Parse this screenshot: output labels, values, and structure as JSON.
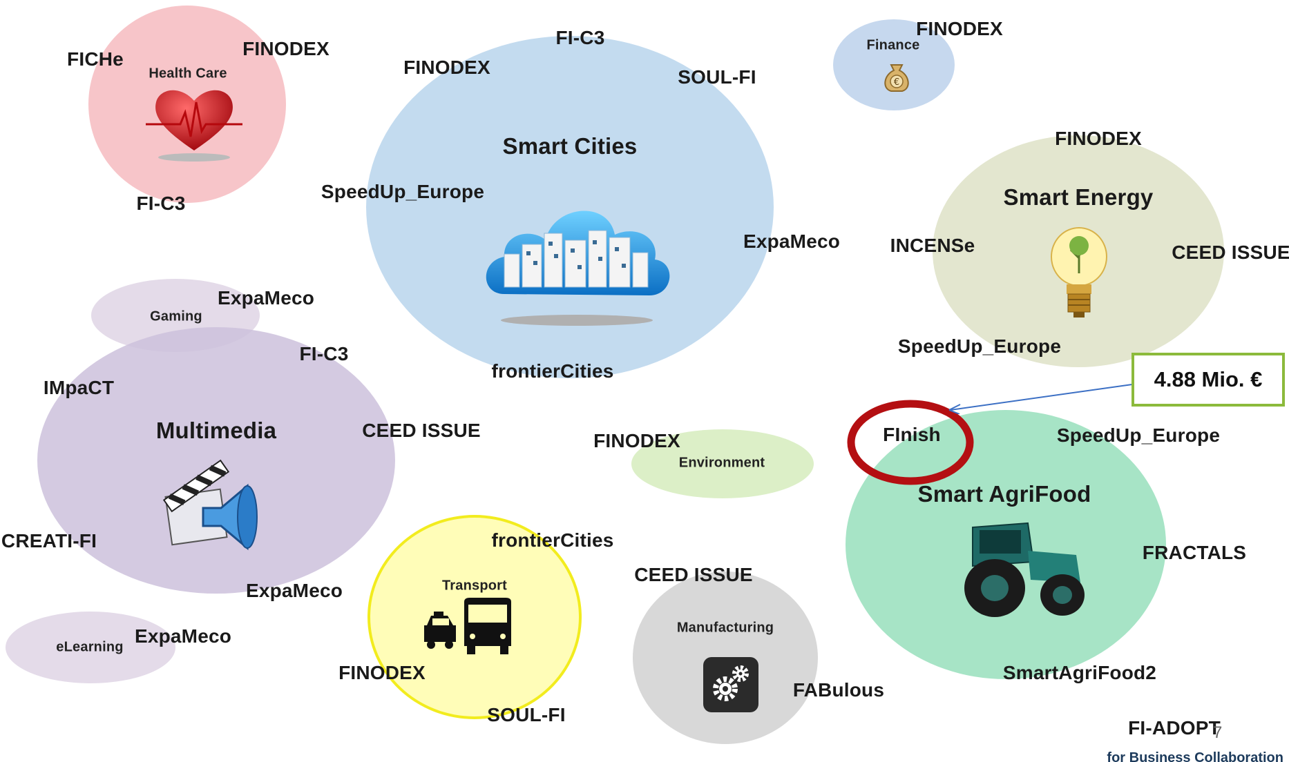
{
  "domains": {
    "health_care": {
      "title": "Health Care",
      "projects": [
        "FICHe",
        "FINODEX",
        "FI-C3"
      ]
    },
    "smart_cities": {
      "title": "Smart Cities",
      "projects": [
        "FI-C3",
        "FINODEX",
        "SOUL-FI",
        "SpeedUp_Europe",
        "ExpaMeco",
        "frontierCities"
      ]
    },
    "finance": {
      "title": "Finance",
      "projects": [
        "FINODEX"
      ]
    },
    "smart_energy": {
      "title": "Smart Energy",
      "projects": [
        "FINODEX",
        "INCENSe",
        "CEED ISSUE",
        "SpeedUp_Europe"
      ]
    },
    "gaming": {
      "title": "Gaming",
      "projects": [
        "ExpaMeco"
      ]
    },
    "multimedia": {
      "title": "Multimedia",
      "projects": [
        "FI-C3",
        "IMpaCT",
        "CEED ISSUE",
        "CREATI-FI",
        "ExpaMeco"
      ]
    },
    "elearning": {
      "title": "eLearning",
      "projects": [
        "ExpaMeco"
      ]
    },
    "transport": {
      "title": "Transport",
      "projects": [
        "frontierCities",
        "FINODEX",
        "SOUL-FI"
      ]
    },
    "environment": {
      "title": "Environment",
      "projects": [
        "FINODEX"
      ]
    },
    "manufacturing": {
      "title": "Manufacturing",
      "projects": [
        "CEED ISSUE",
        "FABulous"
      ]
    },
    "smart_agrifood": {
      "title": "Smart AgriFood",
      "projects": [
        "FInish",
        "SpeedUp_Europe",
        "FRACTALS",
        "SmartAgriFood2"
      ]
    }
  },
  "standalone": {
    "fi_adopt": "FI-ADOPT"
  },
  "callout": {
    "text": "4.88 Mio. €",
    "target": "FInish"
  },
  "footer": {
    "text": "for Business Collaboration",
    "slide_number": "7"
  },
  "colors": {
    "health_care": "#f7c5c9",
    "smart_cities": "#c3dbef",
    "finance": "#c6d8ee",
    "smart_energy": "#e3e6cf",
    "gaming": "#e4dbe9",
    "multimedia": "#d6cde2",
    "elearning": "#e4dbe9",
    "transport": "#fffdb8",
    "transport_ring": "#f2ec1e",
    "environment": "#dcefc7",
    "manufacturing": "#d8d8d8",
    "smart_agrifood": "#a7e4c6",
    "callout_border": "#8cba3c",
    "highlight_ring": "#b40f12",
    "arrow": "#3b6fc4"
  },
  "icons": [
    "heart-icon",
    "cloud-city-icon",
    "money-bag-icon",
    "light-bulb-icon",
    "film-speaker-icon",
    "taxi-bus-icon",
    "gears-icon",
    "tractor-icon"
  ]
}
